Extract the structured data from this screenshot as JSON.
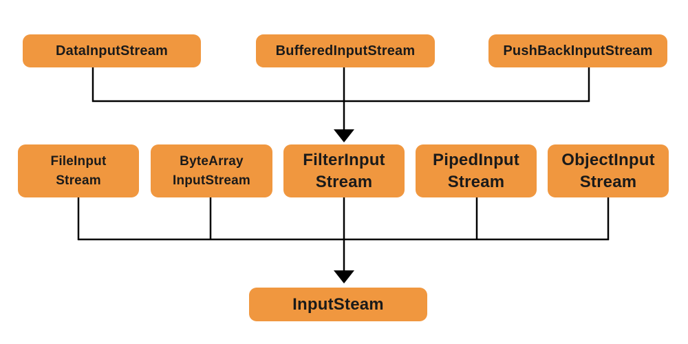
{
  "colors": {
    "node_fill": "#F0973F",
    "node_text": "#1a1a1a",
    "connector": "#000000",
    "background": "#ffffff"
  },
  "diagram": {
    "top_row": [
      {
        "label": "DataInputStream"
      },
      {
        "label": "BufferedInputStream"
      },
      {
        "label": "PushBackInputStream"
      }
    ],
    "middle_row": [
      {
        "label": "FileInput\nStream"
      },
      {
        "label": "ByteArray\nInputStream"
      },
      {
        "label": "FilterInput\nStream"
      },
      {
        "label": "PipedInput\nStream"
      },
      {
        "label": "ObjectInput\nStream"
      }
    ],
    "bottom": {
      "label": "InputSteam"
    }
  }
}
